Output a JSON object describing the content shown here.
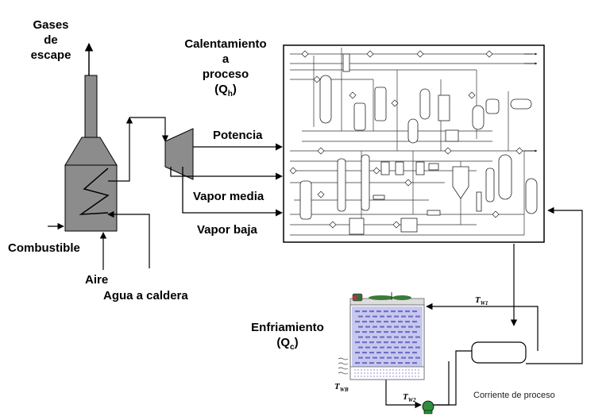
{
  "labels": {
    "gases_line1": "Gases",
    "gases_line2": "de",
    "gases_line3": "escape",
    "calentamiento_line1": "Calentamiento",
    "calentamiento_line2": "a",
    "calentamiento_line3": "proceso",
    "calentamiento_line4_base": "(Q",
    "calentamiento_line4_sub": "h",
    "calentamiento_line4_end": ")",
    "potencia": "Potencia",
    "vapor_media": "Vapor media",
    "vapor_baja": "Vapor baja",
    "combustible": "Combustible",
    "aire": "Aire",
    "agua_caldera": "Agua a caldera",
    "enfriamiento_line1": "Enfriamiento",
    "enfriamiento_line2_base": "(Q",
    "enfriamiento_line2_sub": "c",
    "enfriamiento_line2_end": ")",
    "corriente_proceso": "Corriente de proceso",
    "tw1_base": "T",
    "tw1_sub": "W1",
    "tw2_base": "T",
    "tw2_sub": "W2",
    "twb_base": "T",
    "twb_sub": "WB"
  },
  "colors": {
    "boiler_gray": "#8c8c8c",
    "tower_water": "#6f6fc6",
    "tower_light": "#c8c8ef",
    "pump_green": "#2f8f3a",
    "fan_green": "#3a7a3a",
    "line": "#000000"
  }
}
